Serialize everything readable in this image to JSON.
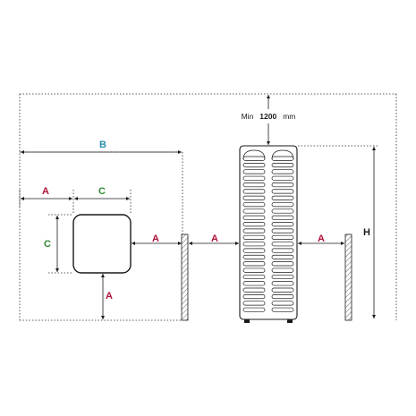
{
  "labels": {
    "a": "A",
    "b": "B",
    "c": "C",
    "h": "H"
  },
  "note": {
    "prefix": "Min",
    "value": "1200",
    "unit": "mm"
  },
  "colors": {
    "a": "#b0133a",
    "b": "#2a8fb0",
    "c": "#2e8b2e",
    "h": "#1a1a1a",
    "line": "#1a1a1a"
  }
}
